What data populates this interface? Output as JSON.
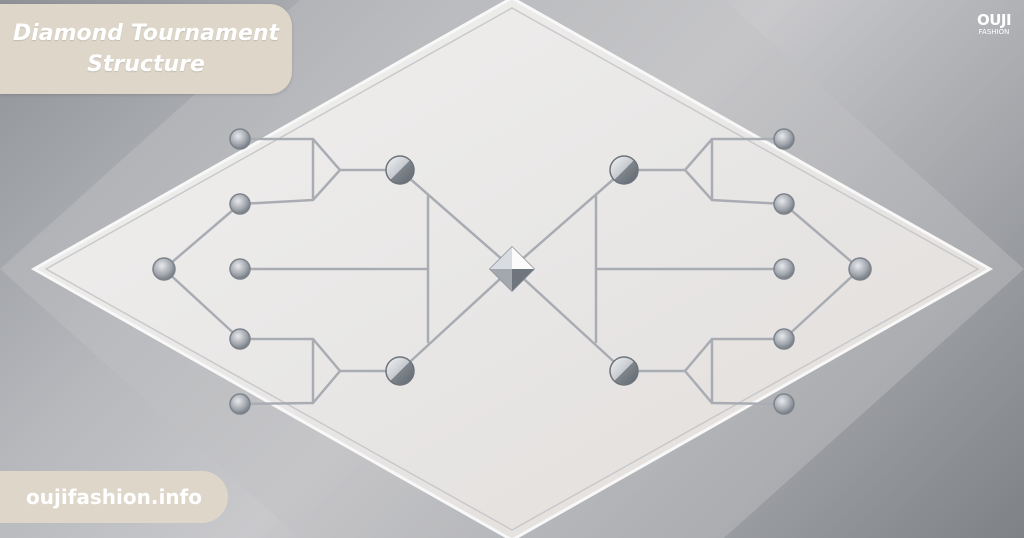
{
  "title": {
    "line1": "Diamond Tournament",
    "line2": "Structure"
  },
  "website": "oujifashion.info",
  "logo": {
    "main": "OUJI",
    "sub": "FASHION"
  },
  "colors": {
    "title_card_bg": "#ddd6c9",
    "diamond_panel": "#ebeae9",
    "line_color": "#a9adb3",
    "node_color": "#9aa0a8"
  },
  "diagram": {
    "layout": "mirrored bracket",
    "left_bracket": {
      "entry_nodes": 5,
      "outer_seed_node": 1,
      "semifinal_nodes": 2
    },
    "right_bracket": {
      "entry_nodes": 5,
      "outer_seed_node": 1,
      "semifinal_nodes": 2
    },
    "center": "diamond-final"
  }
}
